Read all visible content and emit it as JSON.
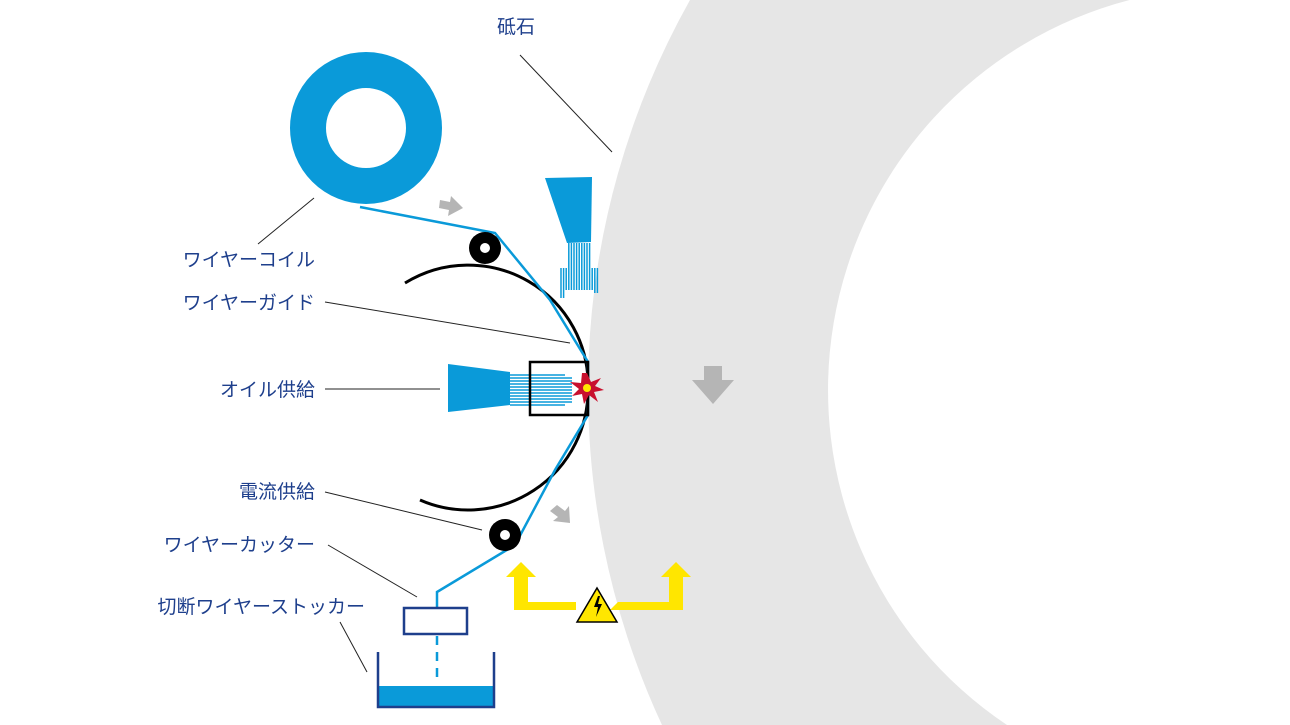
{
  "labels": {
    "grindstone": "砥石",
    "wire_coil": "ワイヤーコイル",
    "wire_guide": "ワイヤーガイド",
    "oil_supply": "オイル供給",
    "current_supply": "電流供給",
    "wire_cutter": "ワイヤーカッター",
    "cut_wire_stocker": "切断ワイヤーストッカー"
  },
  "colors": {
    "wire_blue": "#0a9ad9",
    "label_blue": "#1e3f8c",
    "wheel_grey": "#e6e6e6",
    "arrow_grey": "#b5b5b5",
    "current_yellow": "#ffe600",
    "spark_red": "#c8102e"
  }
}
